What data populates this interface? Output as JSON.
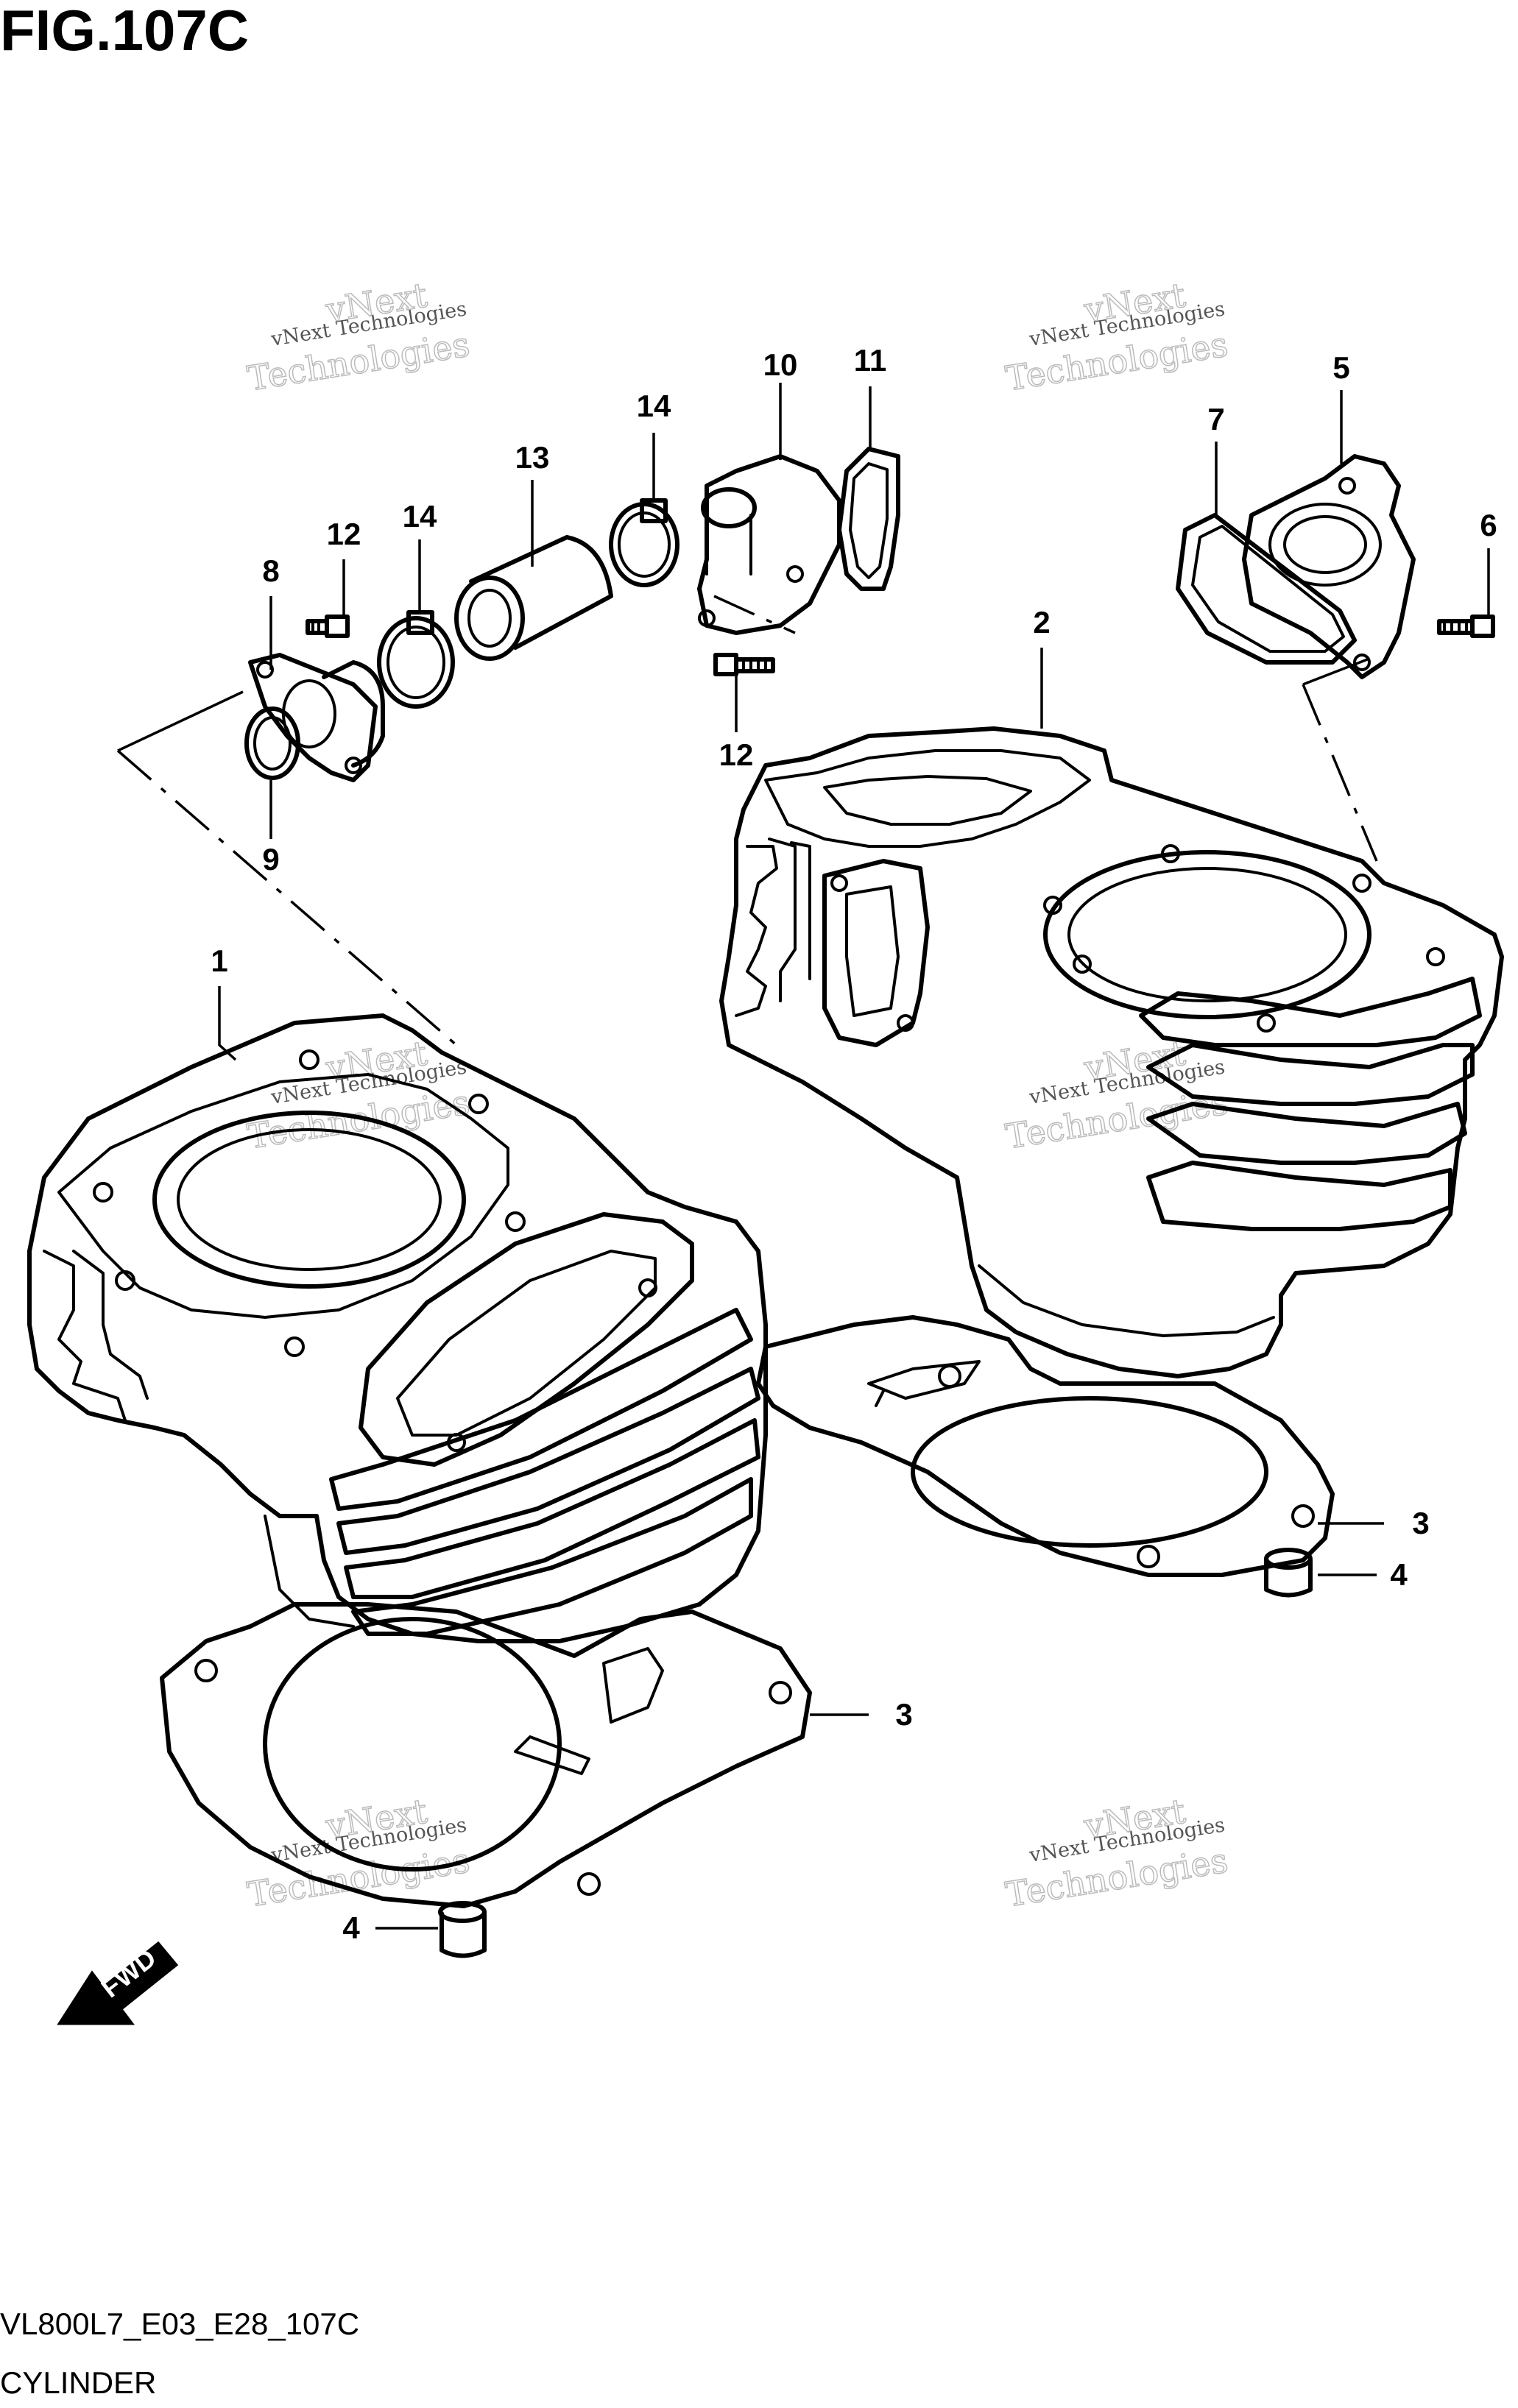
{
  "figure": {
    "title": "FIG.107C",
    "model_code": "VL800L7_E03_E28_107C",
    "caption": "CYLINDER"
  },
  "watermark": {
    "line1": "vNext Technologies",
    "line2": "vNext",
    "line3": "Technologies"
  },
  "direction_arrow": {
    "label": "FWD"
  },
  "callouts": [
    "1",
    "2",
    "3",
    "3",
    "4",
    "4",
    "5",
    "6",
    "7",
    "8",
    "9",
    "10",
    "11",
    "12",
    "12",
    "13",
    "14",
    "14"
  ]
}
